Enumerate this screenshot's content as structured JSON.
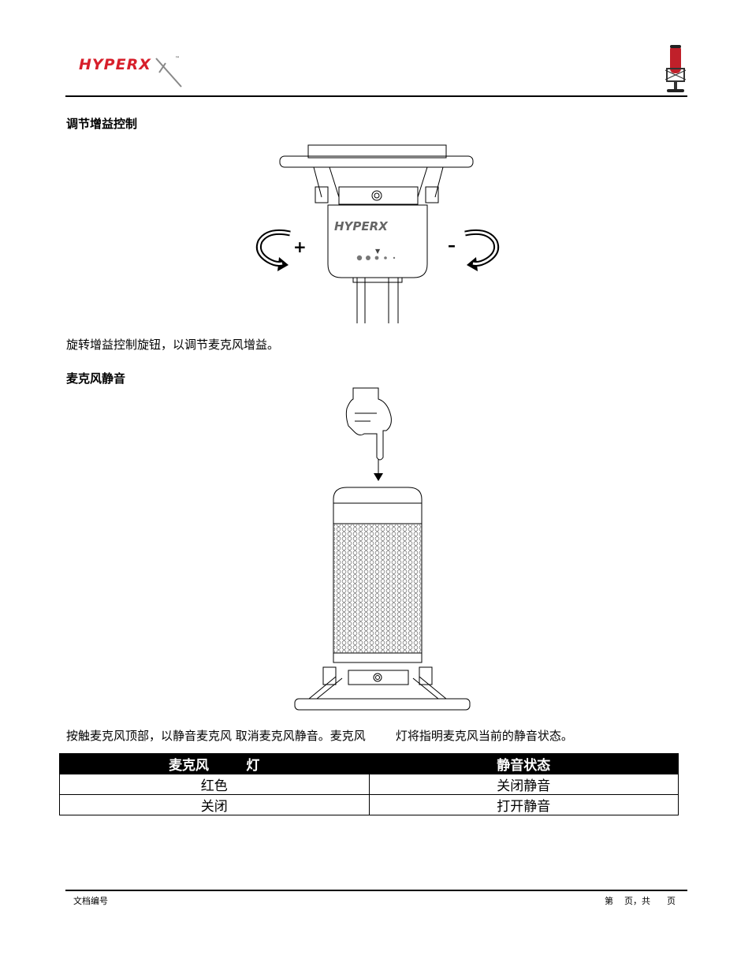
{
  "header": {
    "logo_text": "HYPERX",
    "logo_tm": "™"
  },
  "section_gain": {
    "heading": "调节增益控制",
    "figure": {
      "plus_label": "+",
      "minus_label": "–",
      "knob_marker": "▼",
      "knob_logo": "HYPERX"
    },
    "caption": "旋转增益控制旋钮，以调节麦克风增益。"
  },
  "section_mute": {
    "heading": "麦克风静音",
    "caption": "按触麦克风顶部，以静音麦克风 取消麦克风静音。麦克风        灯将指明麦克风当前的静音状态。"
  },
  "table": {
    "headers": [
      "麦克风        灯",
      "静音状态"
    ],
    "rows": [
      [
        "红色",
        "关闭静音"
      ],
      [
        "关闭",
        "打开静音"
      ]
    ]
  },
  "footer": {
    "left": "文档编号",
    "right": "第    页，共      页"
  },
  "colors": {
    "brand_red": "#d71f2b",
    "rule": "#000000"
  }
}
